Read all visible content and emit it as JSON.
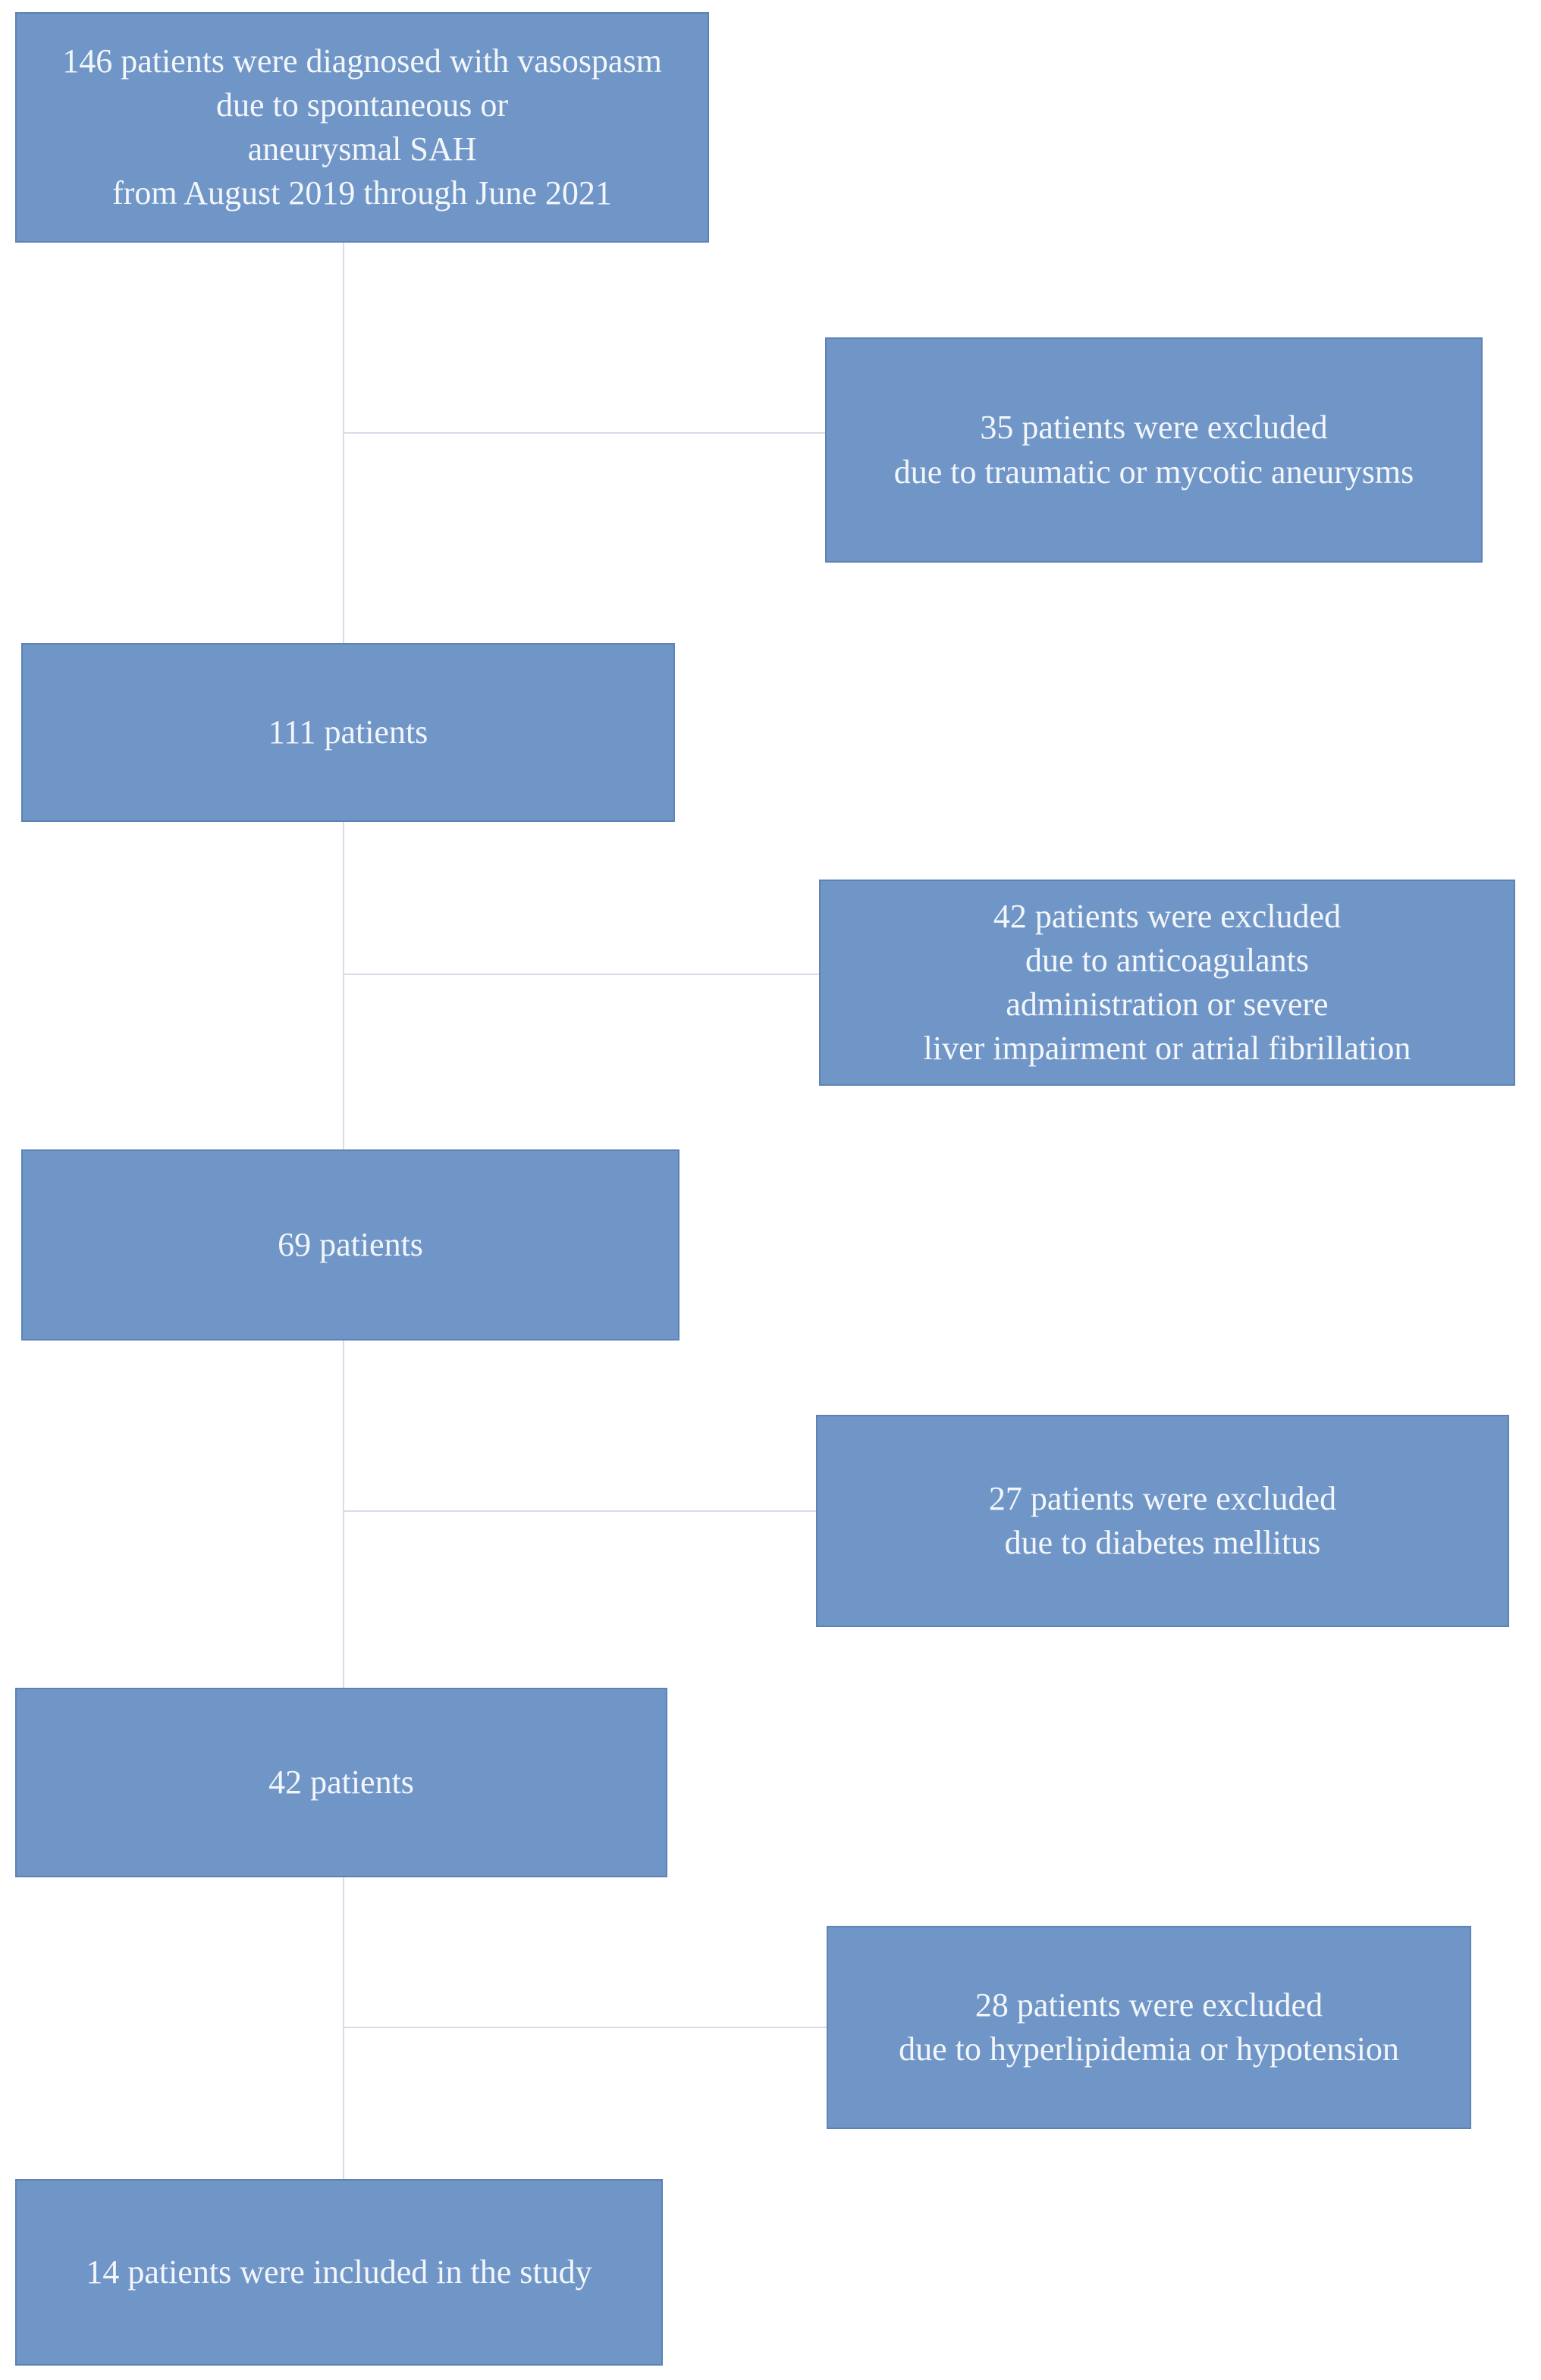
{
  "figure": {
    "type": "patient-flowchart",
    "description": "Patient inclusion/exclusion flow diagram"
  },
  "colors": {
    "node_fill": "#7096C8",
    "node_border": "#5D83B5",
    "node_text": "#F3F6FA",
    "connector": "#D9DBE8",
    "background": "#FFFFFF"
  },
  "nodes": [
    {
      "id": "initial-cohort",
      "count": 146,
      "text": "146 patients were diagnosed with vasospasm\ndue to spontaneous or\naneurysmal SAH\nfrom August 2019 through June 2021"
    },
    {
      "id": "excluded-1",
      "count": 35,
      "text": "35 patients were excluded\ndue to traumatic or mycotic aneurysms"
    },
    {
      "id": "cohort-111",
      "count": 111,
      "text": "111 patients"
    },
    {
      "id": "excluded-2",
      "count": 42,
      "text": "42 patients were excluded\ndue to anticoagulants\nadministration or severe\nliver impairment or atrial fibrillation"
    },
    {
      "id": "cohort-69",
      "count": 69,
      "text": "69 patients"
    },
    {
      "id": "excluded-3",
      "count": 27,
      "text": "27 patients were excluded\ndue to diabetes mellitus"
    },
    {
      "id": "cohort-42",
      "count": 42,
      "text": "42 patients"
    },
    {
      "id": "excluded-4",
      "count": 28,
      "text": "28 patients were excluded\ndue to hyperlipidemia or hypotension"
    },
    {
      "id": "final-cohort",
      "count": 14,
      "text": "14 patients were included in the study"
    }
  ]
}
